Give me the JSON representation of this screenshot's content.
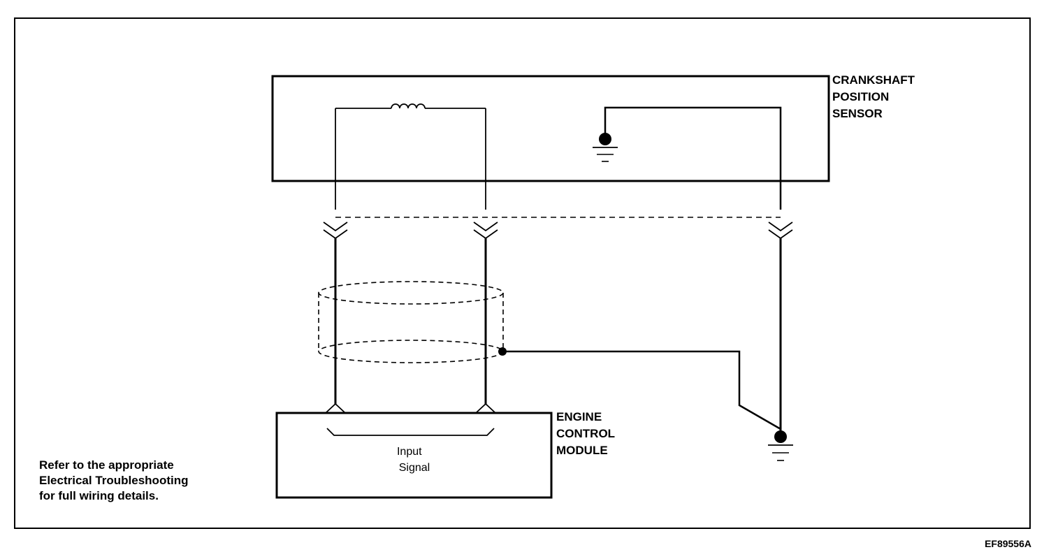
{
  "sensor": {
    "label_lines": [
      "CRANKSHAFT",
      "POSITION",
      "SENSOR"
    ]
  },
  "ecm": {
    "label_lines": [
      "ENGINE",
      "CONTROL",
      "MODULE"
    ],
    "input_lines": [
      "Input",
      "Signal"
    ]
  },
  "note": {
    "lines": [
      "Refer to the appropriate",
      "Electrical Troubleshooting",
      "for full wiring details."
    ]
  },
  "figure_id": "EF89556A",
  "colors": {
    "line": "#000000",
    "background": "#ffffff"
  }
}
